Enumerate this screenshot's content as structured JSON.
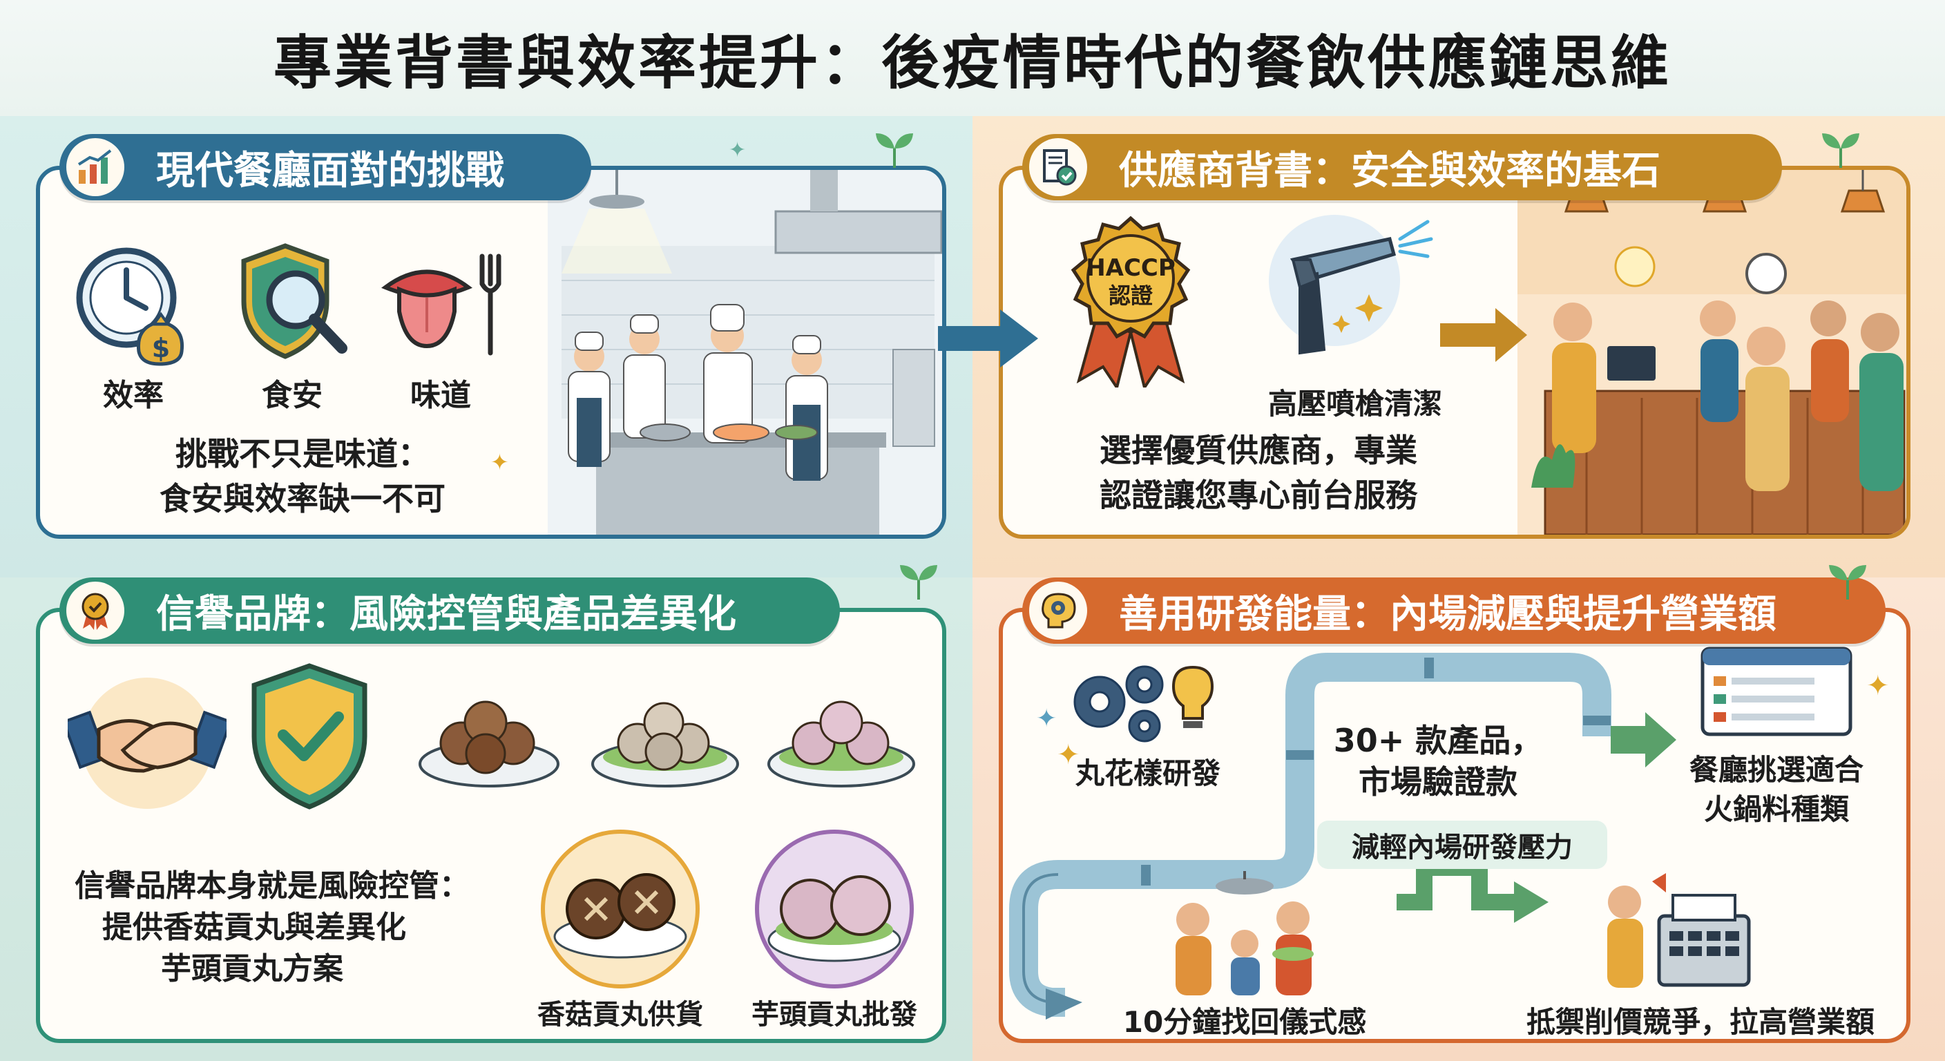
{
  "title": "專業背書與效率提升：後疫情時代的餐飲供應鏈思維",
  "panels": {
    "challenge": {
      "heading": "現代餐廳面對的挑戰",
      "icons": [
        {
          "icon": "clock-money-icon",
          "label": "效率"
        },
        {
          "icon": "shield-magnifier-icon",
          "label": "食安"
        },
        {
          "icon": "tongue-fork-icon",
          "label": "味道"
        }
      ],
      "caption_line1": "挑戰不只是味道：",
      "caption_line2": "食安與效率缺一不可"
    },
    "supplier": {
      "heading": "供應商背書：安全與效率的基石",
      "badge_line1": "HACCP",
      "badge_line2": "認證",
      "tool_label": "高壓噴槍清潔",
      "caption_line1": "選擇優質供應商，專業",
      "caption_line2": "認證讓您專心前台服務"
    },
    "brand": {
      "heading": "信譽品牌：風險控管與產品差異化",
      "caption_line1": "信譽品牌本身就是風險控管：",
      "caption_line2": "提供香菇貢丸與差異化",
      "caption_line3": "芋頭貢丸方案",
      "product1": "香菇貢丸供貨",
      "product2": "芋頭貢丸批發"
    },
    "rnd": {
      "heading": "善用研發能量：內場減壓與提升營業額",
      "step1": "丸花樣研發",
      "step2_line1": "30+ 款產品，",
      "step2_line2": "市場驗證款",
      "step3_line1": "餐廳挑選適合",
      "step3_line2": "火鍋料種類",
      "relief": "減輕內場研發壓力",
      "step4": "10分鐘找回儀式感",
      "step5": "抵禦削價競爭，拉高營業額"
    }
  },
  "colors": {
    "challenge": "#2f6f93",
    "supplier": "#c38a26",
    "brand": "#2f8f76",
    "rnd": "#d66a2e"
  }
}
